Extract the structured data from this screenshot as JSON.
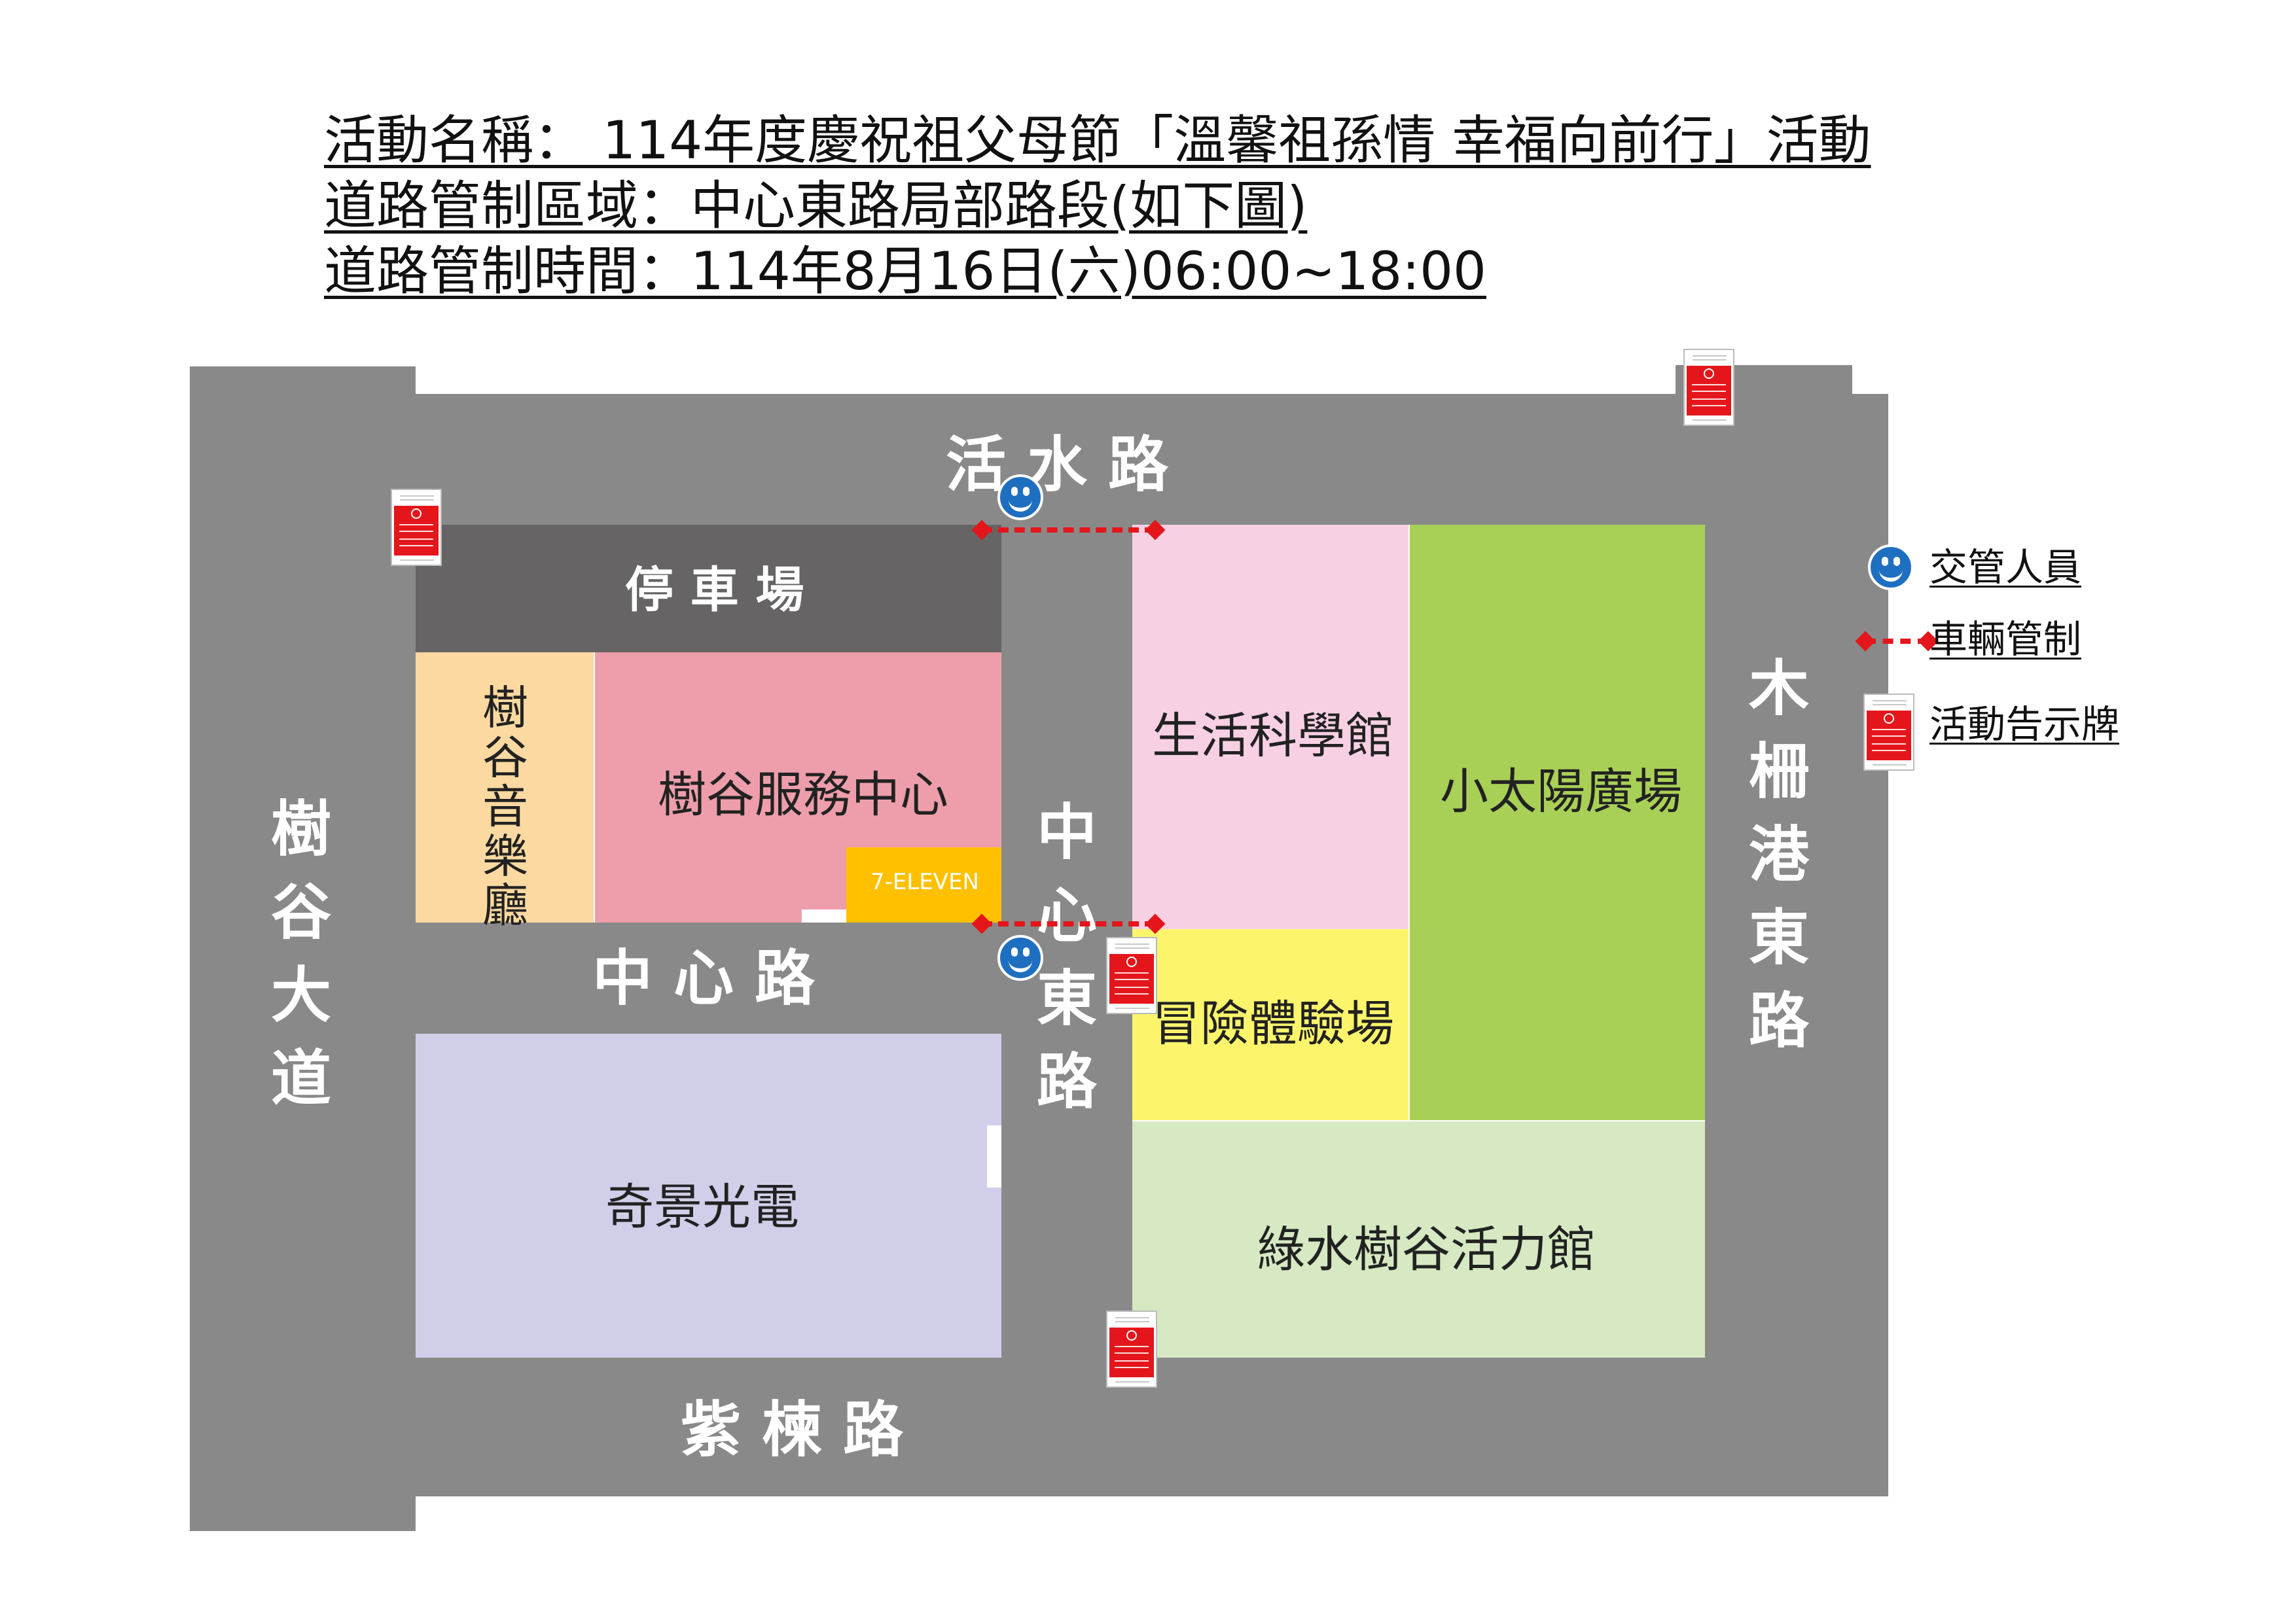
{
  "header": {
    "line1": "活動名稱： 114年度慶祝祖父母節「溫馨祖孫情 幸福向前行」活動",
    "line2": "道路管制區域：中心東路局部路段(如下圖)",
    "line3": "道路管制時間：114年8月16日(六)06:00~18:00"
  },
  "roads": {
    "top": "活 水 路",
    "bottom": "紫 楝 路",
    "left": "樹谷大道",
    "right": "木柵港東路",
    "middle_h": "中 心 路",
    "middle_v": "中心東路"
  },
  "blocks": {
    "parking": "停 車 場",
    "music_hall": "樹谷音樂廳",
    "service_center": "樹谷服務中心",
    "store": "7-ELEVEN",
    "optics": "奇景光電",
    "science_museum": "生活科學館",
    "adventure": "冒險體驗場",
    "plaza": "小太陽廣場",
    "vitality_hall": "綠水樹谷活力館"
  },
  "legend": {
    "officer": "交管人員",
    "control": "車輛管制",
    "sign": "活動告示牌"
  },
  "colors": {
    "road": "#898989",
    "parking": "#666465",
    "music_hall": "#fbd9a0",
    "service_center": "#ee9eab",
    "store": "#ffc000",
    "optics": "#d0cee8",
    "science_museum": "#f8d0e3",
    "adventure": "#fcf56c",
    "plaza": "#a9d056",
    "vitality_hall": "#d6e9c2",
    "control": "#e4161b",
    "officer": "#1f6fc0"
  },
  "icons": [
    "officer-smiley-icon",
    "vehicle-control-line-icon",
    "activity-sign-icon"
  ]
}
